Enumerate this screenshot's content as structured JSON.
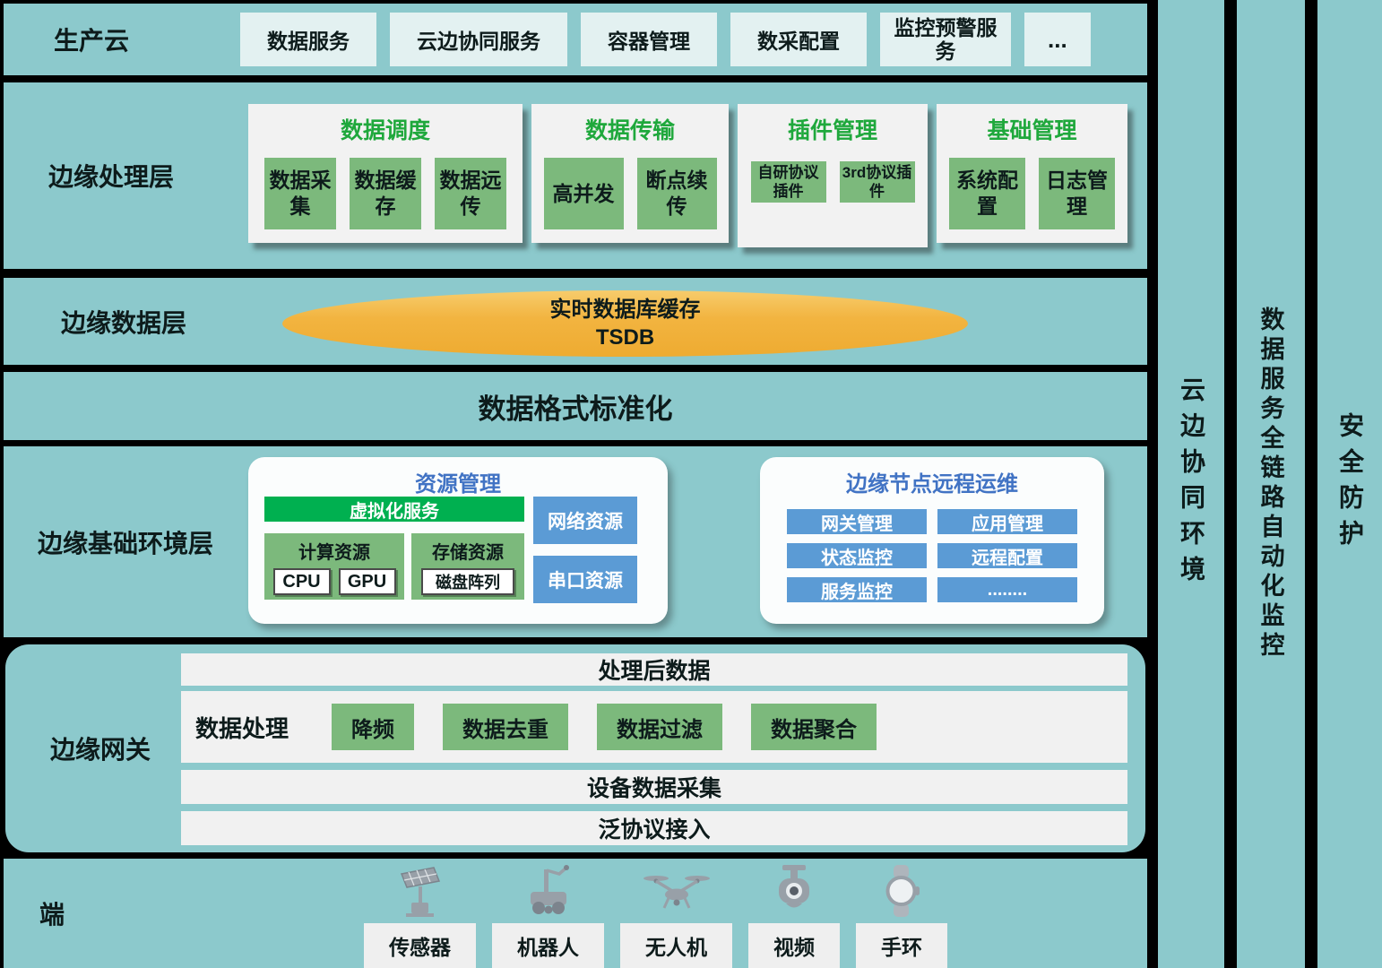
{
  "production_cloud": {
    "label": "生产云",
    "services": [
      "数据服务",
      "云边协同服务",
      "容器管理",
      "数采配置",
      "监控预警服务",
      "..."
    ]
  },
  "edge_processing": {
    "label": "边缘处理层",
    "groups": [
      {
        "title": "数据调度",
        "items": [
          "数据采集",
          "数据缓存",
          "数据远传"
        ]
      },
      {
        "title": "数据传输",
        "items": [
          "高并发",
          "断点续传"
        ]
      },
      {
        "title": "插件管理",
        "items": [
          "自研协议插件",
          "3rd协议插件"
        ]
      },
      {
        "title": "基础管理",
        "items": [
          "系统配置",
          "日志管理"
        ]
      }
    ]
  },
  "edge_data_layer": {
    "label": "边缘数据层",
    "cache_title": "实时数据库缓存",
    "cache_subtitle": "TSDB"
  },
  "standardization": {
    "title": "数据格式标准化"
  },
  "edge_base_env": {
    "label": "边缘基础环境层",
    "resource_mgmt": {
      "title": "资源管理",
      "virtualization": "虚拟化服务",
      "compute": {
        "title": "计算资源",
        "items": [
          "CPU",
          "GPU"
        ]
      },
      "storage": {
        "title": "存储资源",
        "items": [
          "磁盘阵列"
        ]
      },
      "network": "网络资源",
      "serial": "串口资源"
    },
    "remote_ops": {
      "title": "边缘节点远程运维",
      "items": [
        "网关管理",
        "应用管理",
        "状态监控",
        "远程配置",
        "服务监控",
        "........"
      ]
    }
  },
  "edge_gateway": {
    "label": "边缘网关",
    "processed_data": "处理后数据",
    "data_processing": {
      "title": "数据处理",
      "items": [
        "降频",
        "数据去重",
        "数据过滤",
        "数据聚合"
      ]
    },
    "device_data_collection": "设备数据采集",
    "protocol_access": "泛协议接入"
  },
  "terminal": {
    "label": "端",
    "devices": [
      {
        "name": "传感器",
        "icon": "sensor-icon"
      },
      {
        "name": "机器人",
        "icon": "robot-icon"
      },
      {
        "name": "无人机",
        "icon": "drone-icon"
      },
      {
        "name": "视频",
        "icon": "camera-icon"
      },
      {
        "name": "手环",
        "icon": "watch-icon"
      }
    ]
  },
  "side_bars": {
    "cloud_edge_env": "云边协同环境",
    "data_service_monitoring": "数据服务全链路自动化监控",
    "security": "安全防护"
  },
  "colors": {
    "teal": "#8CC9CC",
    "green_box": "#7CB97C",
    "green_title": "#1FA83C",
    "blue_box": "#5B9BD5",
    "blue_title": "#4173C4",
    "bright_green": "#00B050",
    "orange": "#F2B440"
  }
}
